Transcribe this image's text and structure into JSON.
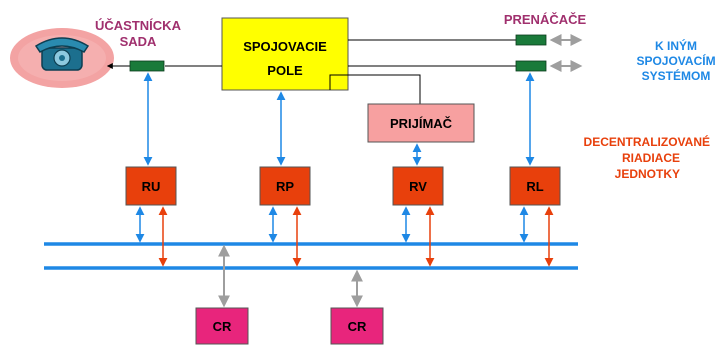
{
  "labels": {
    "subscriber_set": [
      "ÚČASTNÍCKA",
      "SADA"
    ],
    "switching_field": [
      "SPOJOVACIE",
      "POLE"
    ],
    "transmitters": "PRENÁČAČE",
    "receiver": "PRIJÍMAČ",
    "other_systems": [
      "K INÝM",
      "SPOJOVACÍM",
      "SYSTÉMOM"
    ],
    "decentralized_units": [
      "DECENTRALIZOVANÉ",
      "RIADIACE",
      "JEDNOTKY"
    ]
  },
  "units": [
    "RU",
    "RP",
    "RV",
    "RL"
  ],
  "central_units": [
    "CR",
    "CR"
  ],
  "colors": {
    "switching_field_fill": "#ffff00",
    "receiver_fill": "#f7a0a0",
    "unit_fill": "#e8400c",
    "central_fill": "#e8257c",
    "bus": "#1e88e5",
    "blue_arrow": "#1e88e5",
    "red_arrow": "#e8400c",
    "gray_arrow": "#9e9e9e",
    "connector": "#1a7a3a",
    "label_purple": "#a0306e",
    "label_blue": "#1e88e5",
    "label_orange": "#e8400c",
    "phone_bg": "#f3a3a3",
    "phone": "#1c6f8e"
  },
  "icons": {
    "telephone": "telephone-icon"
  }
}
